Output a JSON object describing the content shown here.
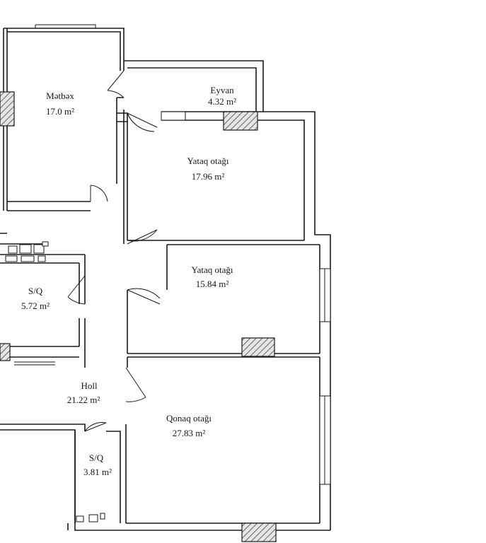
{
  "rooms": {
    "kitchen": {
      "name": "Mətbəx",
      "area": "17.0 m²"
    },
    "balcony": {
      "name": "Eyvan",
      "area": "4.32 m²"
    },
    "bedroom1": {
      "name": "Yataq otağı",
      "area": "17.96 m²"
    },
    "bedroom2": {
      "name": "Yataq otağı",
      "area": "15.84 m²"
    },
    "bath1": {
      "name": "S/Q",
      "area": "5.72 m²"
    },
    "hall": {
      "name": "Holl",
      "area": "21.22 m²"
    },
    "living": {
      "name": "Qonaq otağı",
      "area": "27.83 m²"
    },
    "bath2": {
      "name": "S/Q",
      "area": "3.81 m²"
    }
  },
  "colors": {
    "wall": "#1a1a1a",
    "background": "#ffffff"
  }
}
